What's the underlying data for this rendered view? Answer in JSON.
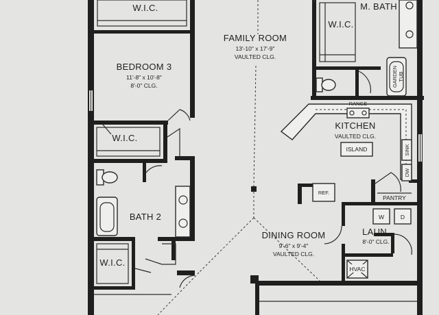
{
  "rooms": {
    "wic_top": {
      "name": "W.I.C."
    },
    "bedroom3": {
      "name": "BEDROOM 3",
      "dims": "11'-8\" x 10'-8\"",
      "ceiling": "8'-0\" CLG."
    },
    "wic_bed3": {
      "name": "W.I.C."
    },
    "bath2": {
      "name": "BATH 2"
    },
    "wic_lower": {
      "name": "W.I.C."
    },
    "family": {
      "name": "FAMILY ROOM",
      "dims": "13'-10\" x 17'-9\"",
      "ceiling": "VAULTED CLG."
    },
    "mbath": {
      "name": "M. BATH"
    },
    "mbath_wic": {
      "name": "W.I.C."
    },
    "kitchen": {
      "name": "KITCHEN",
      "ceiling": "VAULTED CLG."
    },
    "dining": {
      "name": "DINING ROOM",
      "dims": "9'-6\" x 9'-4\"",
      "ceiling": "VAULTED CLG."
    },
    "laundry": {
      "name": "LAUN.",
      "ceiling": "8'-0\" CLG."
    },
    "pantry": {
      "name": "PANTRY"
    }
  },
  "fixtures": {
    "range": "RANGE",
    "island": "ISLAND",
    "ref": "REF.",
    "sink": "SINK",
    "dw": "DW",
    "garden_tub_1": "GARDEN",
    "garden_tub_2": "TUB",
    "washer": "W",
    "dryer": "D",
    "hvac": "HVAC"
  }
}
